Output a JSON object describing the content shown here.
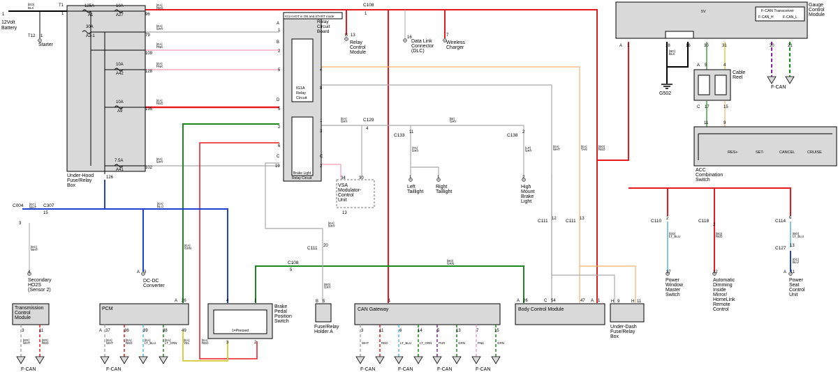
{
  "battery": {
    "label_1": "12Volt",
    "label_2": "Battery",
    "pin": "1",
    "wire_code": "[EO]",
    "wire_color": "BLK",
    "ring": "T1",
    "ring_pin": "1"
  },
  "starter": {
    "label": "Starter",
    "connector": "T12",
    "pin": "1"
  },
  "fuse_box": {
    "label_1": "Under-Hood",
    "label_2": "Fuse/Relay",
    "label_3": "Box",
    "fuses": [
      {
        "rating": "125A",
        "name": "A1"
      },
      {
        "rating": "10A",
        "name": "A27"
      },
      {
        "rating": "30A",
        "name": "A2-1"
      },
      {
        "rating": "10A",
        "name": "A42"
      },
      {
        "rating": "10A",
        "name": "A9"
      },
      {
        "rating": "7.5A",
        "name": "A41"
      }
    ],
    "pins": [
      "96",
      "79",
      "109",
      "128",
      "135",
      "102",
      "126"
    ]
  },
  "relay_board": {
    "title_1": "Relay",
    "title_2": "Circuit",
    "title_3": "Board",
    "note": "IG1A HOT in ON and START mode",
    "ig1a_1": "IG1A",
    "ig1a_2": "Relay",
    "ig1a_3": "Circuit",
    "brake_1": "Brake Light",
    "brake_2": "Relay Circuit",
    "pin_labels": [
      "A",
      "B",
      "D",
      "C",
      "C",
      "1",
      "2",
      "5",
      "4",
      "8",
      "1",
      "2",
      "6",
      "19",
      "2",
      "5",
      "3"
    ]
  },
  "top_connectors": {
    "c108": "C108",
    "c108_pin": "1",
    "c129": "C129",
    "c129_pin": "4"
  },
  "modules_top": [
    {
      "label_1": "Relay",
      "label_2": "Control",
      "label_3": "Module",
      "conn": "B",
      "pin": "13"
    },
    {
      "label_1": "Data Link",
      "label_2": "Connector",
      "label_3": "(DLC)",
      "pin": "16"
    },
    {
      "label_1": "Wireless",
      "label_2": "Charger",
      "pin": "7"
    }
  ],
  "tail": {
    "c133": "C133",
    "c133_pin": "11",
    "c138": "C138",
    "c138_pin": "2",
    "left_1": "Left",
    "left_2": "Taillight",
    "left_pin": "1",
    "right_1": "Right",
    "right_2": "Taillight",
    "right_pin": "1",
    "high_1": "High",
    "high_2": "Mount",
    "high_3": "Brake",
    "high_4": "Light",
    "high_pin": "2"
  },
  "vsa": {
    "label_1": "VSA",
    "label_2": "Modulator-",
    "label_3": "Control",
    "label_4": "Unit",
    "pins": [
      "34",
      "30",
      "13"
    ]
  },
  "gauge": {
    "title_1": "Gauge",
    "title_2": "Control",
    "title_3": "Module",
    "transceiver": "F-CAN Transceiver",
    "can_h": "F-CAN_H",
    "can_l": "F-CAN_L",
    "volts": "5V",
    "pins": [
      "A",
      "1",
      "18",
      "16",
      "30",
      "31",
      "20",
      "21"
    ]
  },
  "cable_reel": {
    "label_1": "Cable",
    "label_2": "Reel",
    "pins": [
      "A",
      "5",
      "4",
      "C",
      "17",
      "15"
    ]
  },
  "ground": {
    "label": "G502"
  },
  "acc": {
    "label_1": "ACC",
    "label_2": "Combination",
    "label_3": "Switch",
    "pins": [
      "11",
      "9"
    ],
    "buttons": [
      "RES+",
      "SET-",
      "CANCEL",
      "CRUISE"
    ]
  },
  "c004": {
    "label": "C004",
    "pin": "3",
    "c307": "C307",
    "c307_pin": "15"
  },
  "ho2s": {
    "label_1": "Secondary",
    "label_2": "HO2S",
    "label_3": "(Sensor 2)",
    "pin": "4"
  },
  "dcdc": {
    "label_1": "DC-DC",
    "label_2": "Converter",
    "conn": "A",
    "pin": "3"
  },
  "c108b": {
    "label": "C108",
    "pin": "5"
  },
  "c111a": {
    "label": "C111",
    "pin": "20"
  },
  "fuse_holder": {
    "label_1": "Fuse/Relay",
    "label_2": "Holder A",
    "conn": "B",
    "pin": "5"
  },
  "c111b": {
    "label": "C111",
    "pin": "12"
  },
  "c111c": {
    "label": "C111",
    "pin": "13"
  },
  "right_mods": [
    {
      "conn": "C110",
      "cpin": "2",
      "wire": "[DD]",
      "color": "LT_BLU",
      "pin": "37",
      "label_1": "Power",
      "label_2": "Window",
      "label_3": "Master",
      "label_4": "Switch"
    },
    {
      "conn": "C118",
      "cpin": "2",
      "wire": "[BQ]",
      "color": "RED",
      "pin": "12",
      "label_1": "Automatic",
      "label_2": "Dimming",
      "label_3": "Inside",
      "label_4": "Mirror/",
      "label_5": "HomeLink",
      "label_6": "Remote",
      "label_7": "Control"
    },
    {
      "conn": "C114",
      "cpin": "6",
      "wire": "[BO]",
      "color": "LT_BLU",
      "c127": "C127",
      "c127_pin": "13",
      "wire2": "[DC]",
      "color2": "BLU",
      "pin": "11",
      "conn2": "A",
      "label_1": "Power",
      "label_2": "Seat",
      "label_3": "Control",
      "label_4": "Unit"
    }
  ],
  "tcm": {
    "label_1": "Transmission",
    "label_2": "Control",
    "label_3": "Module",
    "pins": [
      "3",
      "11"
    ],
    "wires": [
      "[ER]",
      "[ER]"
    ],
    "colors": [
      "WHT",
      "RED"
    ],
    "fcan": "F-CAN"
  },
  "pcm": {
    "label": "PCM",
    "conn": "A",
    "top_pin": "26",
    "pins": [
      "37",
      "36",
      "39",
      "38",
      "49"
    ],
    "wires": [
      "[EA]",
      "[EA]",
      "[EA]",
      "[EA]",
      "[EA]"
    ],
    "colors": [
      "WHT",
      "RED",
      "LT_BLU",
      "LT_GRN",
      "YEL"
    ],
    "fcan": "F-CAN"
  },
  "brake_switch": {
    "label_1": "Brake",
    "label_2": "Pedal",
    "label_3": "Position",
    "label_4": "Switch",
    "legend": "1=Pressed",
    "pins": [
      "4",
      "1",
      "3",
      "2"
    ]
  },
  "can_gateway": {
    "label": "CAN Gateway",
    "top_pin": "1",
    "pins": [
      "3",
      "11",
      "6",
      "14",
      "5",
      "13",
      "7",
      "15"
    ],
    "colors": [
      "WHT",
      "RED",
      "LT_BLU",
      "LT_GRN",
      "PUR",
      "GRN",
      "PNK",
      "GRN"
    ],
    "fcan": [
      "F-CAN",
      "F-CAN",
      "F-CAN",
      "F-CAN"
    ]
  },
  "bcm": {
    "label": "Body Control Module",
    "pins": [
      "A",
      "26",
      "C",
      "54",
      "47",
      "A",
      "1"
    ]
  },
  "under_dash": {
    "label_1": "Under-Dash",
    "label_2": "Fuse/Relay",
    "label_3": "Box",
    "pins": [
      "H",
      "9",
      "H",
      "11"
    ]
  },
  "gauge_fcan": "F-CAN",
  "wires": {
    "red": "RED",
    "gry": "GRY",
    "pnk": "PNK",
    "blu": "BLU",
    "wht": "WHT",
    "grn": "GRN",
    "tan": "TAN",
    "blk": "BLK",
    "ea": "[EA]",
    "bo": "[BO]",
    "bi": "[BI]",
    "ec": "[EC]",
    "bd": "[BD]",
    "ep": "[EP]",
    "ta": "[TA]",
    "lp": "[LP]"
  },
  "colors": {
    "red": "#e8191f",
    "green": "#1a8a1a",
    "blue": "#1f3fd6",
    "pink": "#f39bb0",
    "gray": "#a9a9a9",
    "tan": "#f5b26b",
    "yellow": "#d6d04a",
    "purple": "#8b1fa0",
    "ltblue": "#5ab6e0",
    "black": "#000000"
  }
}
